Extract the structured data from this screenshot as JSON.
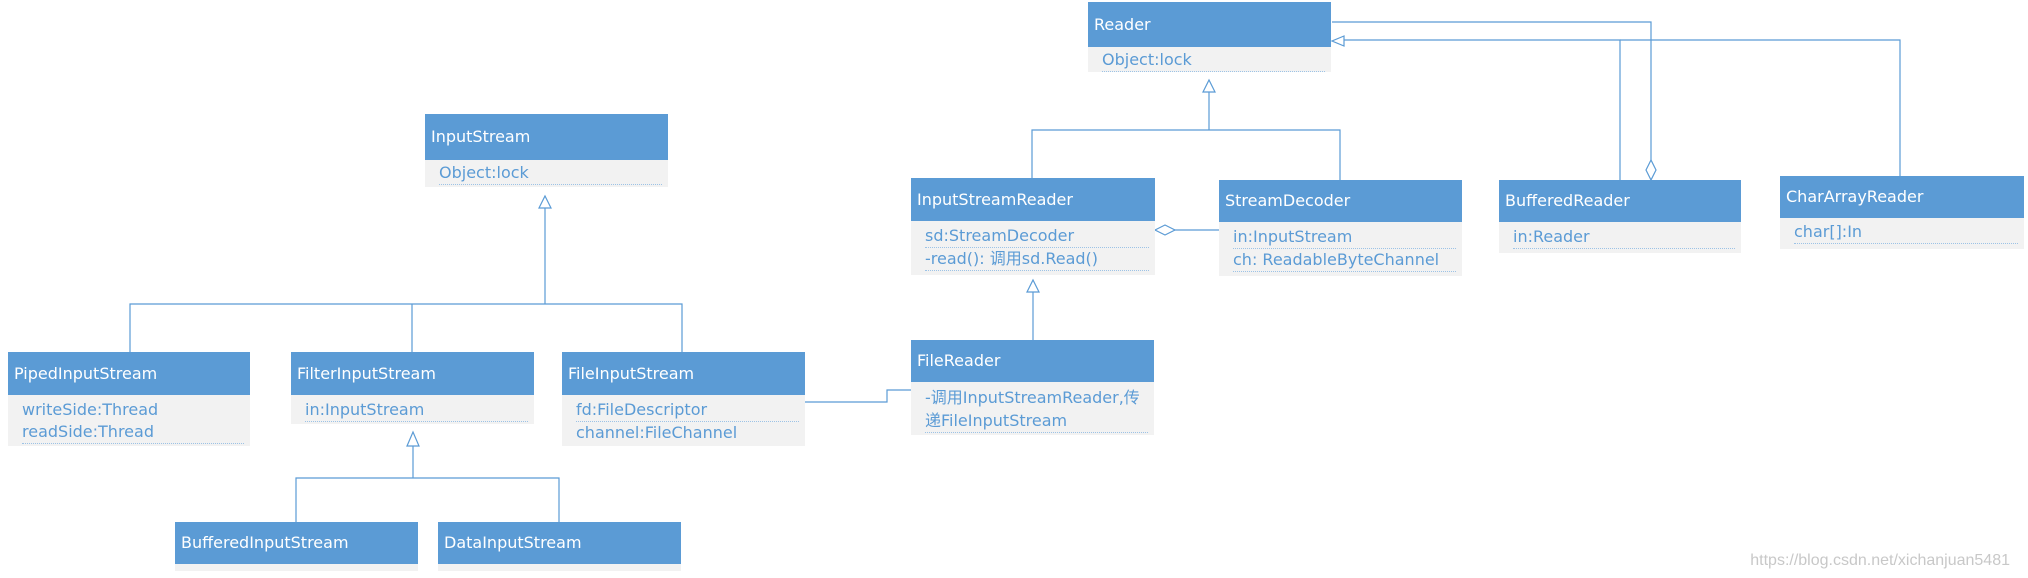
{
  "diagram": {
    "classes": {
      "reader": {
        "name": "Reader",
        "fields": [
          "Object:lock"
        ]
      },
      "inputstream": {
        "name": "InputStream",
        "fields": [
          "Object:lock"
        ]
      },
      "inputstreamreader": {
        "name": "InputStreamReader",
        "fields": [
          "sd:StreamDecoder",
          "-read(): 调用sd.Read()"
        ]
      },
      "streamdecoder": {
        "name": "StreamDecoder",
        "fields": [
          "in:InputStream",
          "ch: ReadableByteChannel"
        ]
      },
      "bufferedreader": {
        "name": "BufferedReader",
        "fields": [
          "in:Reader"
        ]
      },
      "chararrayreader": {
        "name": "CharArrayReader",
        "fields": [
          "char[]:In"
        ]
      },
      "filereader": {
        "name": "FileReader",
        "fields": [
          "-调用InputStreamReader,传递FileInputStream"
        ]
      },
      "pipedinputstream": {
        "name": "PipedInputStream",
        "fields": [
          "writeSide:Thread",
          "readSide:Thread"
        ]
      },
      "filterinputstream": {
        "name": "FilterInputStream",
        "fields": [
          "in:InputStream"
        ]
      },
      "fileinputstream": {
        "name": "FileInputStream",
        "fields": [
          "fd:FileDescriptor",
          "channel:FileChannel"
        ]
      },
      "bufferedinputstream": {
        "name": "BufferedInputStream",
        "fields": []
      },
      "datainputstream": {
        "name": "DataInputStream",
        "fields": []
      }
    },
    "watermark": "https://blog.csdn.net/xichanjuan5481"
  },
  "colors": {
    "header": "#5b9bd5",
    "body": "#f2f2f2",
    "text_header": "#ffffff",
    "text_body": "#5b9bd5",
    "connector": "#5b9bd5"
  }
}
